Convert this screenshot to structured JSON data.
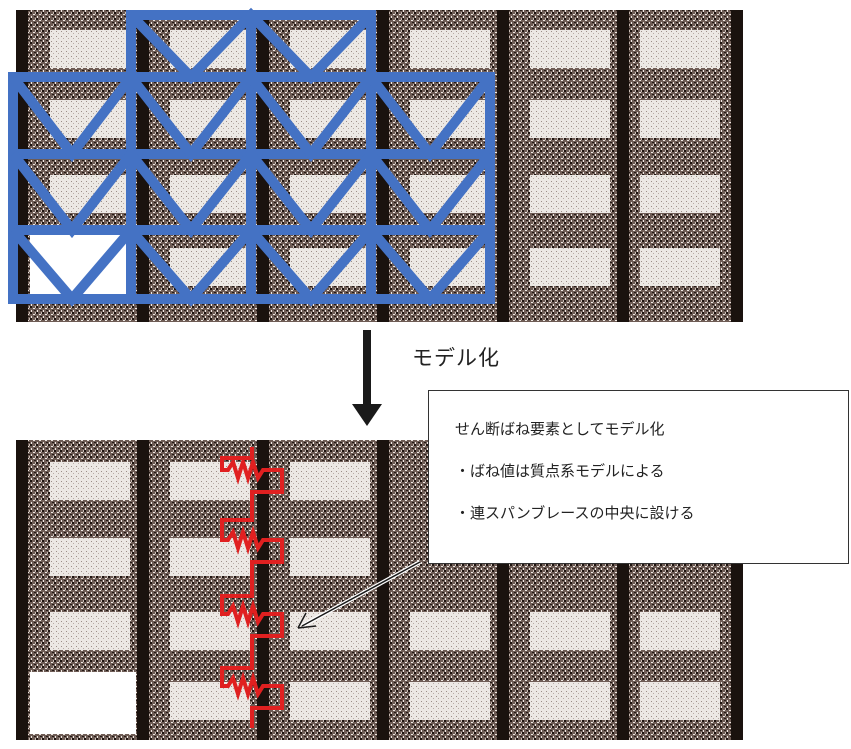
{
  "arrow_label": "モデル化",
  "callout": {
    "title": "せん断ばね要素としてモデル化",
    "bullets": [
      "・ばね値は質点系モデルによる",
      "・連スパンブレースの中央に設ける"
    ]
  },
  "colors": {
    "brace": "#4472c4",
    "spring": "#e02020",
    "structure": "#3a2a24",
    "panel": "#d8d4d0"
  }
}
